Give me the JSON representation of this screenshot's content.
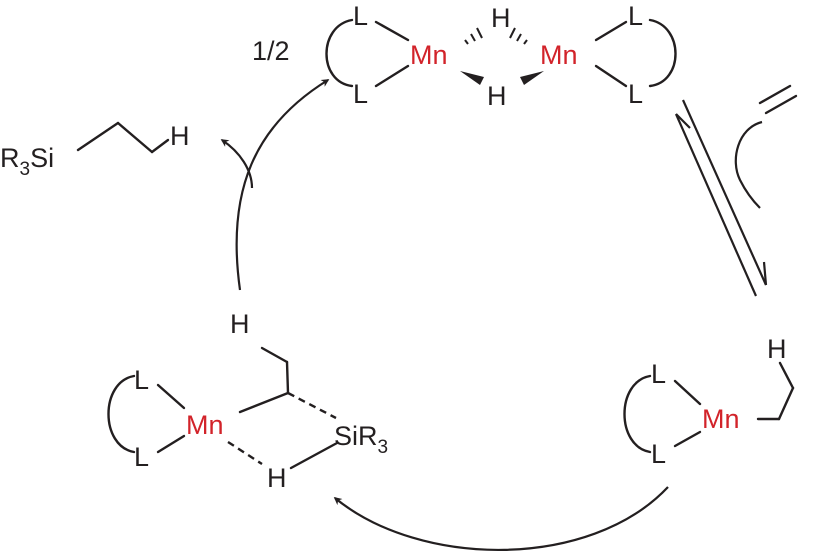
{
  "colors": {
    "metal": "#d2232a",
    "ink": "#231f20"
  },
  "dimer": {
    "coefficient": "1/2",
    "ligand": "L",
    "metal": "Mn",
    "hydride": "H"
  },
  "alkyl": {
    "ligand": "L",
    "metal": "Mn",
    "hydrogen": "H"
  },
  "transition_state": {
    "ligand": "L",
    "metal": "Mn",
    "hydrogen": "H",
    "silyl_si": "SiR",
    "silyl_sub": "3"
  },
  "product": {
    "r": "R",
    "r_sub": "3",
    "si": "Si",
    "hydrogen": "H"
  }
}
